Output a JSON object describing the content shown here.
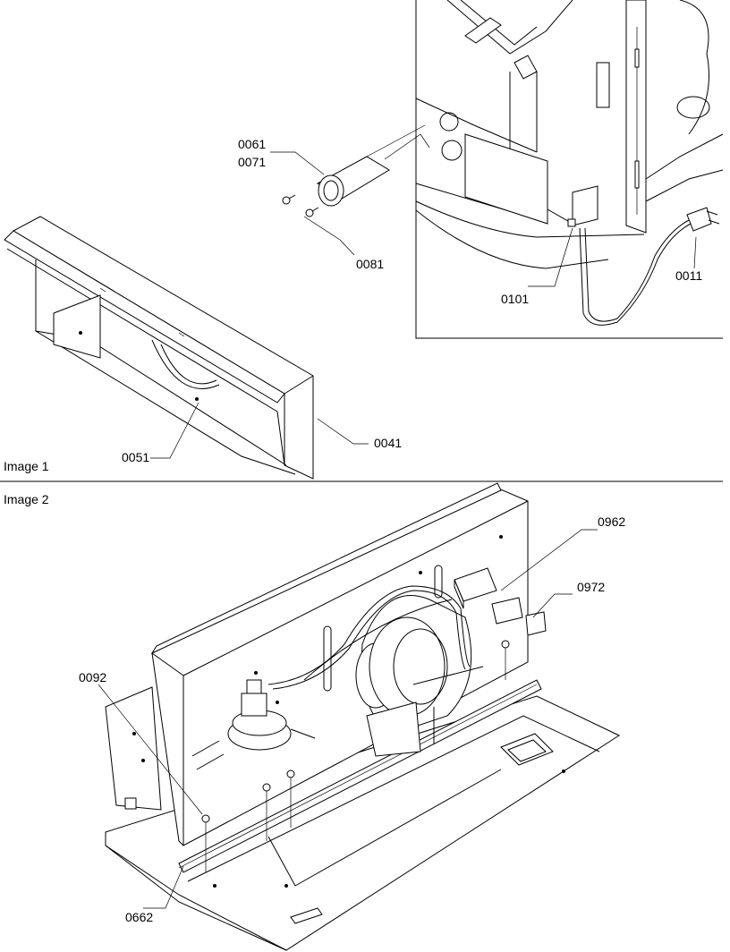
{
  "image1": {
    "caption": "Image 1",
    "callouts": [
      "0061",
      "0071",
      "0081",
      "0101",
      "0011",
      "0051",
      "0041"
    ]
  },
  "image2": {
    "caption": "Image 2",
    "callouts": [
      "0962",
      "0972",
      "0092",
      "0662"
    ]
  }
}
